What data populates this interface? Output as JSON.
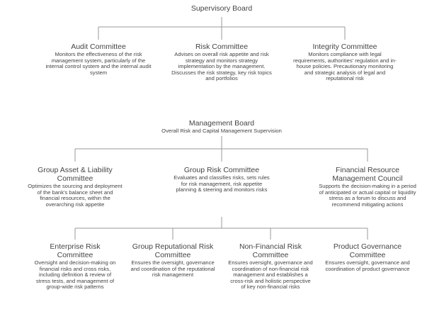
{
  "supervisory_board": {
    "title": "Supervisory Board"
  },
  "audit_committee": {
    "title": "Audit Committee",
    "desc": "Monitors the effectiveness of the risk management system, particularly of the internal control system and the internal audit system"
  },
  "risk_committee": {
    "title": "Risk Committee",
    "desc": "Advises on overall risk appetite and risk strategy and monitors strategy implementation by the management. Discusses the risk strategy, key risk topics and portfolios"
  },
  "integrity_committee": {
    "title": "Integrity Committee",
    "desc": "Monitors compliance with legal requirements, authorities' regulation and in-house policies. Precautionary monitoring and strategic analysis of legal and reputational risk"
  },
  "management_board": {
    "title": "Management Board",
    "subtitle": "Overall Risk and Capital Management Supervision"
  },
  "galco": {
    "title": "Group Asset & Liability Committee",
    "desc": "Optimizes the sourcing and deployment of the bank's balance sheet and financial resources, within the overarching risk appetite"
  },
  "group_risk_committee": {
    "title": "Group Risk Committee",
    "desc": "Evaluates and classifies risks, sets rules for risk management, risk appetite planning & steering and monitors risks"
  },
  "frmc": {
    "title": "Financial Resource Management Council",
    "desc": "Supports the decision-making in a period of anticipated or actual capital or liquidity stress as a forum to discuss and recommend mitigating actions"
  },
  "enterprise_risk": {
    "title": "Enterprise Risk Committee",
    "desc": "Oversight and decision-making on financial risks and cross risks, including definition & review of stress tests, and management of group-wide risk patterns"
  },
  "reputational_risk": {
    "title": "Group Reputational Risk Committee",
    "desc": "Ensures the oversight, governance and coordination of the reputational risk management"
  },
  "non_financial_risk": {
    "title": "Non-Financial Risk Committee",
    "desc": "Ensures oversight, governance and coordination of non-financial risk management and establishes a cross-risk and holistic perspective of key non-financial risks"
  },
  "product_governance": {
    "title": "Product Governance Committee",
    "desc": "Ensures oversight, governance and coordination of product governance"
  }
}
